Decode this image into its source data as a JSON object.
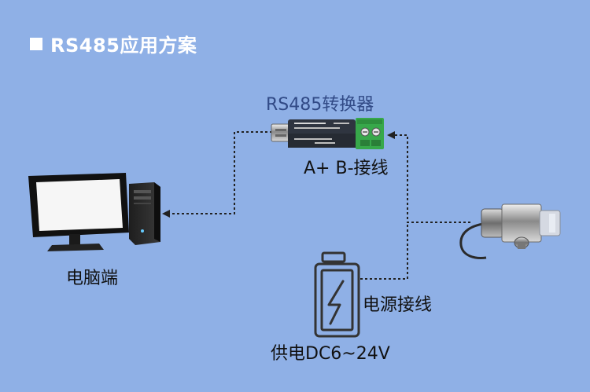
{
  "header": {
    "title": "RS485应用方案"
  },
  "converter": {
    "title": "RS485转换器",
    "wiring_label": "A+ B-接线"
  },
  "computer": {
    "label": "电脑端"
  },
  "power": {
    "wiring_label": "电源接线",
    "supply_label": "供电DC6~24V"
  },
  "colors": {
    "background": "#8fb0e6",
    "header_text": "#ffffff",
    "converter_title": "#314a86",
    "terminal_green": "#37a84a",
    "battery_outline": "#333333",
    "arrow_line": "#222222"
  },
  "icons": [
    "computer-icon",
    "usb-converter-icon",
    "battery-bolt-icon",
    "proximity-sensor-icon"
  ]
}
